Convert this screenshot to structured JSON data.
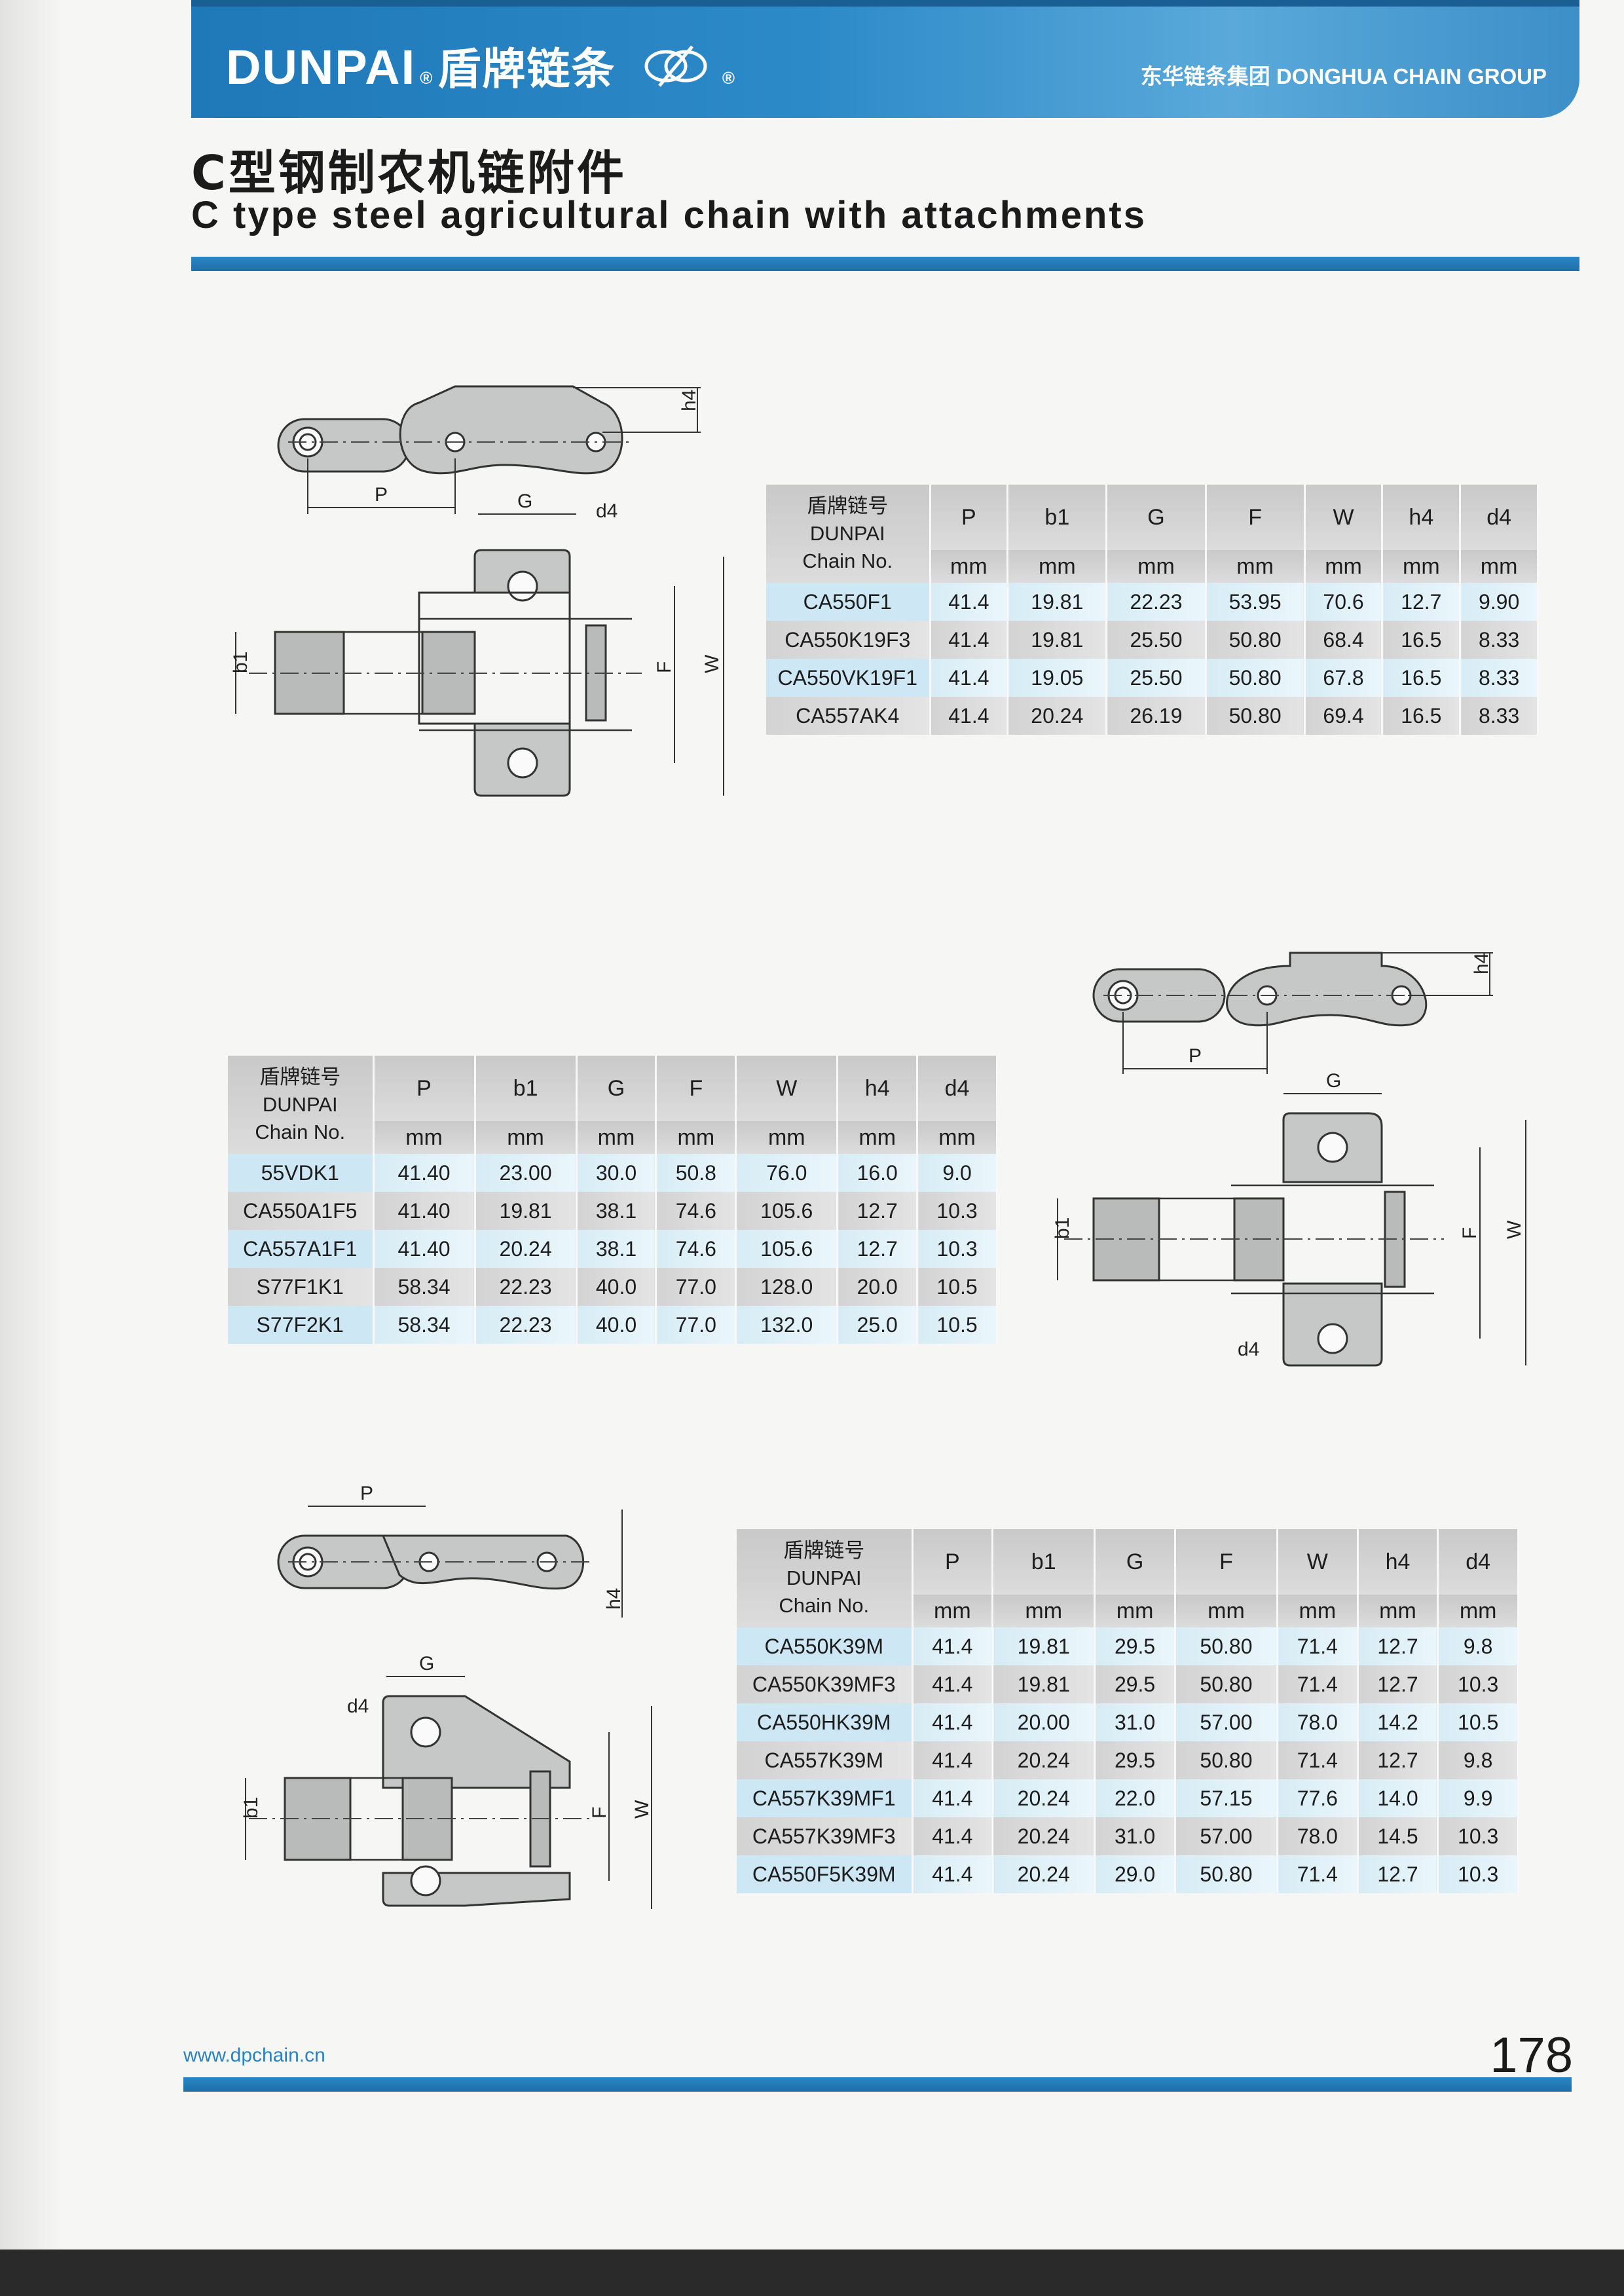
{
  "header": {
    "brand": "DUNPAI",
    "brand_reg": "®",
    "brand_cn": "盾牌链条",
    "logo_reg": "®",
    "group": "东华链条集团 DONGHUA CHAIN GROUP"
  },
  "title": {
    "cn": "C型钢制农机链附件",
    "en": "C type steel agricultural chain with attachments"
  },
  "drawing_labels": {
    "P": "P",
    "G": "G",
    "d4": "d4",
    "h4": "h4",
    "b1": "b1",
    "F": "F",
    "W": "W"
  },
  "columns": {
    "chain_cn": "盾牌链号",
    "chain_brand": "DUNPAI",
    "chain_no": "Chain No.",
    "headers": [
      "P",
      "b1",
      "G",
      "F",
      "W",
      "h4",
      "d4"
    ],
    "unit": "mm"
  },
  "table1": [
    [
      "CA550F1",
      "41.4",
      "19.81",
      "22.23",
      "53.95",
      "70.6",
      "12.7",
      "9.90"
    ],
    [
      "CA550K19F3",
      "41.4",
      "19.81",
      "25.50",
      "50.80",
      "68.4",
      "16.5",
      "8.33"
    ],
    [
      "CA550VK19F1",
      "41.4",
      "19.05",
      "25.50",
      "50.80",
      "67.8",
      "16.5",
      "8.33"
    ],
    [
      "CA557AK4",
      "41.4",
      "20.24",
      "26.19",
      "50.80",
      "69.4",
      "16.5",
      "8.33"
    ]
  ],
  "table2": [
    [
      "55VDK1",
      "41.40",
      "23.00",
      "30.0",
      "50.8",
      "76.0",
      "16.0",
      "9.0"
    ],
    [
      "CA550A1F5",
      "41.40",
      "19.81",
      "38.1",
      "74.6",
      "105.6",
      "12.7",
      "10.3"
    ],
    [
      "CA557A1F1",
      "41.40",
      "20.24",
      "38.1",
      "74.6",
      "105.6",
      "12.7",
      "10.3"
    ],
    [
      "S77F1K1",
      "58.34",
      "22.23",
      "40.0",
      "77.0",
      "128.0",
      "20.0",
      "10.5"
    ],
    [
      "S77F2K1",
      "58.34",
      "22.23",
      "40.0",
      "77.0",
      "132.0",
      "25.0",
      "10.5"
    ]
  ],
  "table3": [
    [
      "CA550K39M",
      "41.4",
      "19.81",
      "29.5",
      "50.80",
      "71.4",
      "12.7",
      "9.8"
    ],
    [
      "CA550K39MF3",
      "41.4",
      "19.81",
      "29.5",
      "50.80",
      "71.4",
      "12.7",
      "10.3"
    ],
    [
      "CA550HK39M",
      "41.4",
      "20.00",
      "31.0",
      "57.00",
      "78.0",
      "14.2",
      "10.5"
    ],
    [
      "CA557K39M",
      "41.4",
      "20.24",
      "29.5",
      "50.80",
      "71.4",
      "12.7",
      "9.8"
    ],
    [
      "CA557K39MF1",
      "41.4",
      "20.24",
      "22.0",
      "57.15",
      "77.6",
      "14.0",
      "9.9"
    ],
    [
      "CA557K39MF3",
      "41.4",
      "20.24",
      "31.0",
      "57.00",
      "78.0",
      "14.5",
      "10.3"
    ],
    [
      "CA550F5K39M",
      "41.4",
      "20.24",
      "29.0",
      "50.80",
      "71.4",
      "12.7",
      "10.3"
    ]
  ],
  "footer": {
    "url": "www.dpchain.cn",
    "page": "178"
  }
}
